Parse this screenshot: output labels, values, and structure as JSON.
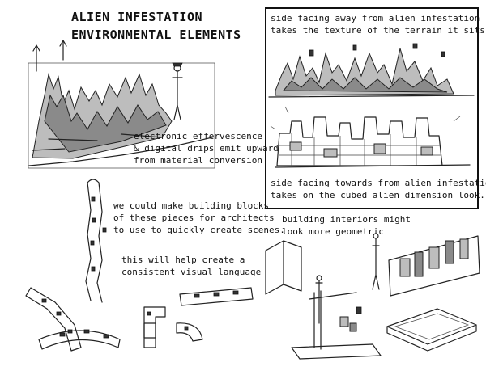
{
  "title": {
    "line1": "ALIEN INFESTATION",
    "line2": "ENVIRONMENTAL ELEMENTS"
  },
  "notes": {
    "effervescence": [
      "electronic effervescence",
      "& digital drips emit upward",
      "from material conversion"
    ],
    "building_blocks": [
      "we could make building blocks",
      "of these pieces for architects",
      "to use to quickly create scenes."
    ],
    "visual_language": [
      "this will help create a",
      "consistent visual language"
    ],
    "interiors": [
      "building interiors might",
      "look more geometric"
    ]
  },
  "box": {
    "top": [
      "side facing away from alien infestation",
      "takes the texture of the terrain it sits on"
    ],
    "bottom": [
      "side facing towards from alien infestation",
      "takes on the cubed alien dimension look."
    ]
  }
}
